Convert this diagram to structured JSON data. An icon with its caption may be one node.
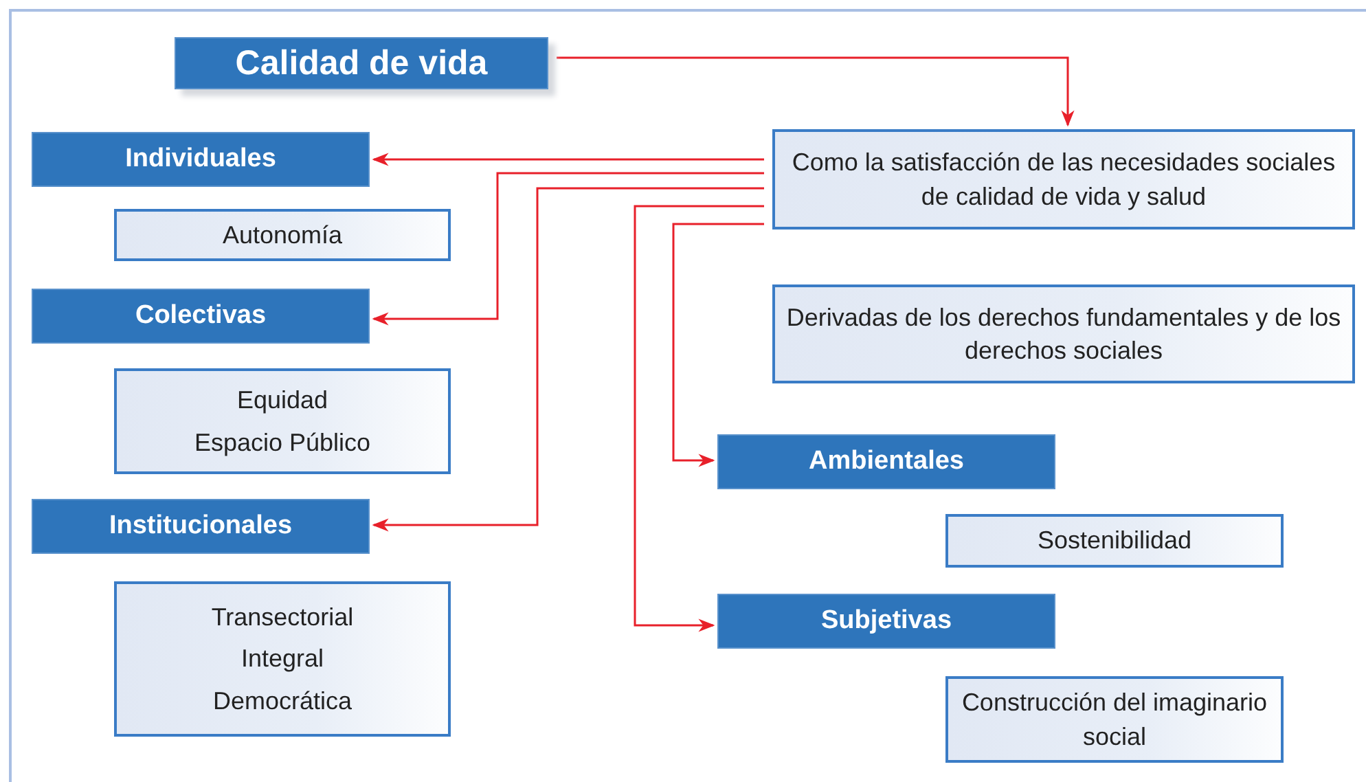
{
  "diagram": {
    "nodes": [
      {
        "text": [
          "Calidad de vida"
        ]
      },
      {
        "text": [
          "Como la satisfacción de las necesidades sociales de calidad de vida y salud"
        ]
      },
      {
        "text": [
          "Individuales"
        ]
      },
      {
        "text": [
          "Autonomía"
        ]
      },
      {
        "text": [
          "Colectivas"
        ]
      },
      {
        "text": [
          "Equidad",
          "Espacio Público"
        ]
      },
      {
        "text": [
          "Derivadas de los derechos fundamentales y de los derechos sociales"
        ]
      },
      {
        "text": [
          "Institucionales"
        ]
      },
      {
        "text": [
          "Transectorial",
          "Integral",
          "Democrática"
        ]
      },
      {
        "text": [
          "Ambientales"
        ]
      },
      {
        "text": [
          "Sostenibilidad"
        ]
      },
      {
        "text": [
          "Subjetivas"
        ]
      },
      {
        "text": [
          "Construcción del imaginario social"
        ]
      }
    ],
    "edges": [
      {
        "from": 0,
        "to": 1,
        "arrow": "to"
      },
      {
        "from": 1,
        "to": 2,
        "arrow": "to"
      },
      {
        "from": 1,
        "to": 4,
        "arrow": "to"
      },
      {
        "from": 1,
        "to": 7,
        "arrow": "to"
      },
      {
        "from": 1,
        "to": 11,
        "arrow": "to"
      },
      {
        "from": 1,
        "to": 9,
        "arrow": "to"
      }
    ]
  }
}
